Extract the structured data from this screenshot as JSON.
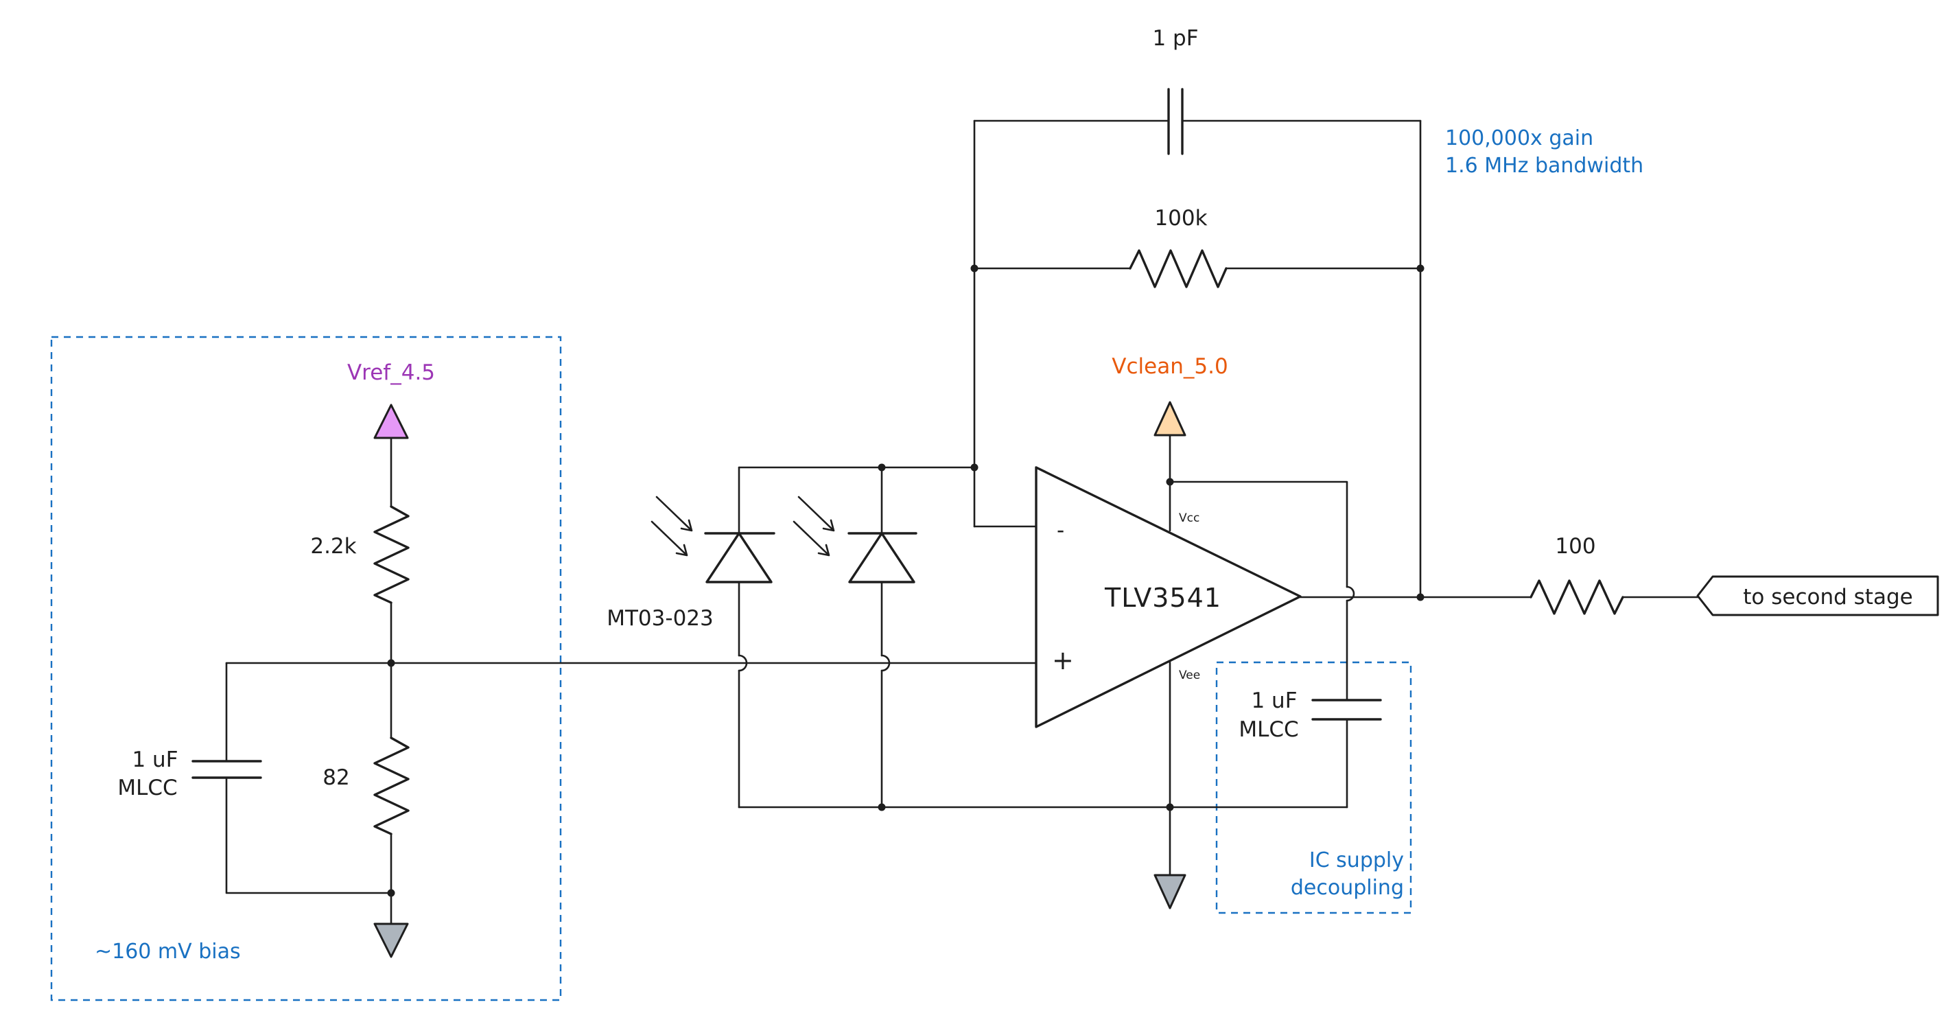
{
  "diagram": {
    "colors": {
      "wire": "#1e1e1e",
      "annotation": "#1971c2",
      "vref": "#9c36b5",
      "vref_fill": "#e599f7",
      "vclean": "#e8590c",
      "vclean_fill": "#ffd8a8",
      "ground_fill": "#adb5bd"
    },
    "labels": {
      "feedback_cap": "1 pF",
      "feedback_res": "100k",
      "gain_line1": "100,000x gain",
      "gain_line2": "1.6 MHz bandwidth",
      "vref_rail": "Vref_4.5",
      "vclean_rail": "Vclean_5.0",
      "res_top": "2.2k",
      "res_bottom": "82",
      "bias_cap_line1": "1 uF",
      "bias_cap_line2": "MLCC",
      "bias_note": "~160 mV bias",
      "photodiode_part": "MT03-023",
      "opamp_part": "TLV3541",
      "opamp_minus": "-",
      "opamp_plus": "+",
      "opamp_vcc": "Vcc",
      "opamp_vee": "Vee",
      "decoup_cap_line1": "1 uF",
      "decoup_cap_line2": "MLCC",
      "decoup_note_line1": "IC supply",
      "decoup_note_line2": "decoupling",
      "output_res": "100",
      "output_port": "to second stage"
    }
  }
}
